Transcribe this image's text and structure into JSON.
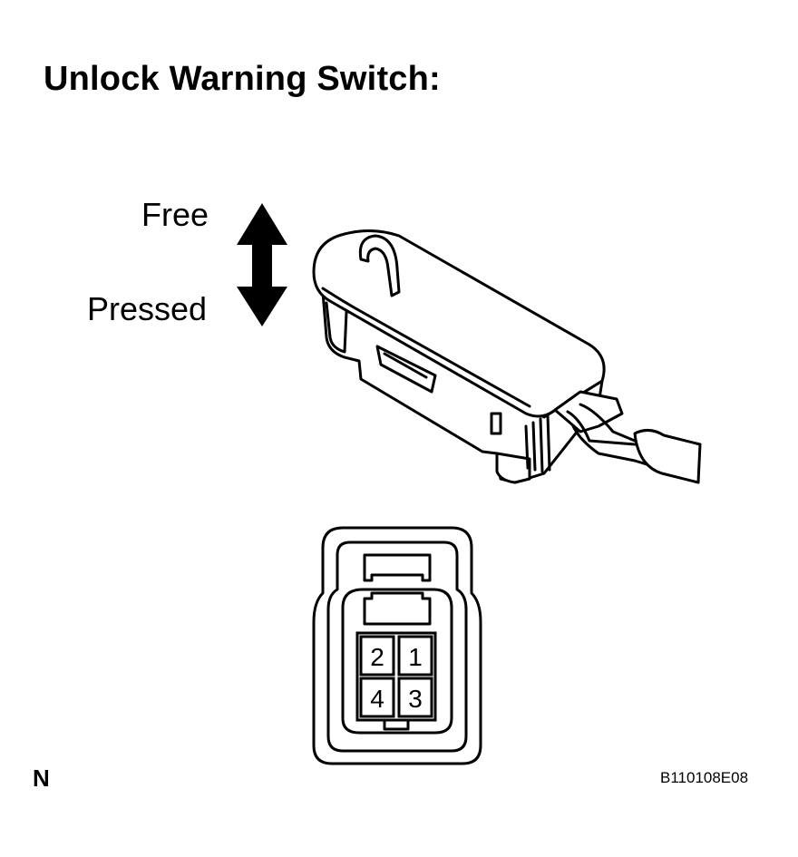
{
  "title": "Unlock Warning Switch:",
  "arrow_labels": {
    "free": "Free",
    "pressed": "Pressed"
  },
  "connector_pins": [
    "2",
    "1",
    "4",
    "3"
  ],
  "corner_mark": "N",
  "figure_code": "B110108E08"
}
